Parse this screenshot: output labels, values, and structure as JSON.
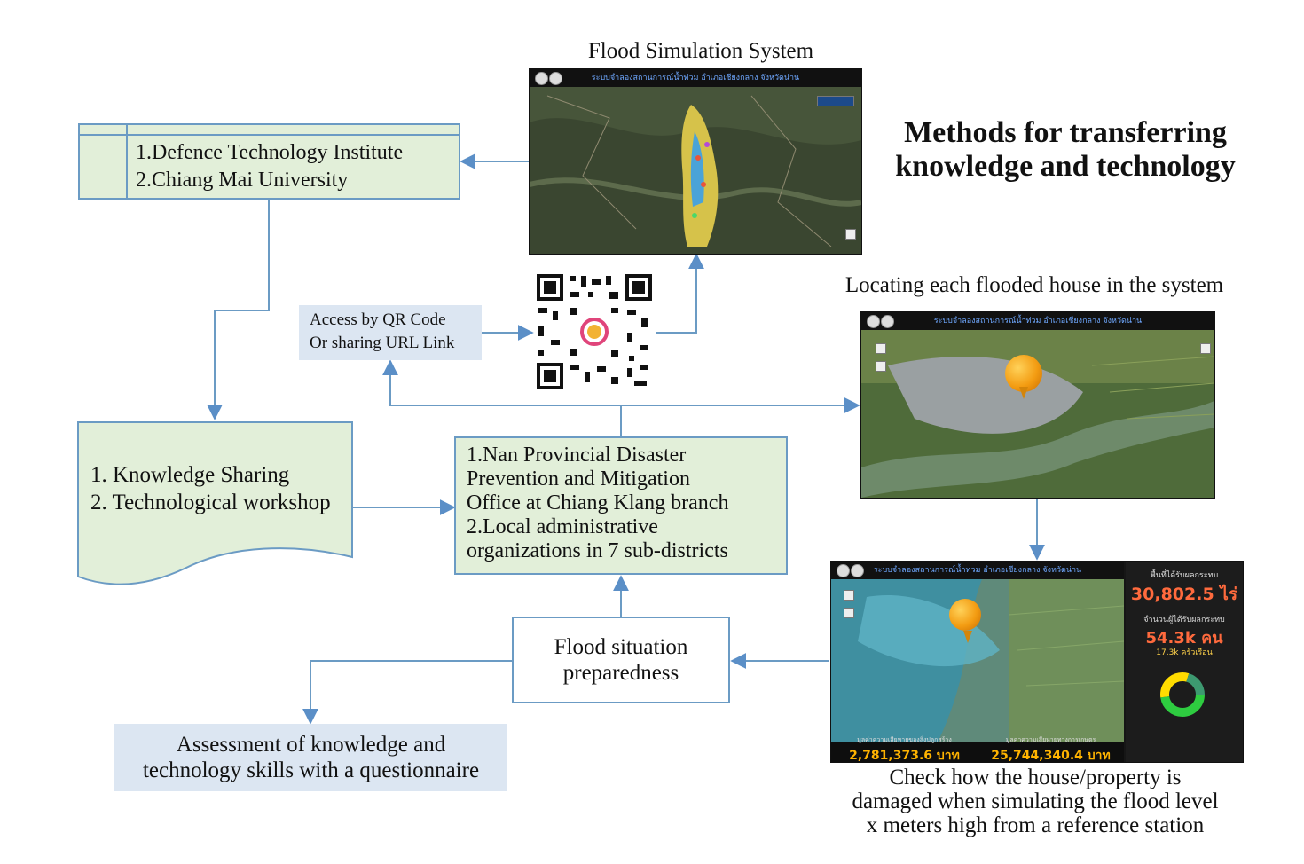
{
  "title": {
    "line1": "Methods for transferring",
    "line2": "knowledge and technology"
  },
  "flood_system": {
    "caption": "Flood Simulation System",
    "header_text": "ระบบจำลองสถานการณ์น้ำท่วม อำเภอเชียงกลาง จังหวัดน่าน"
  },
  "institutions": {
    "line1": "1.Defence Technology  Institute",
    "line2": "2.Chiang  Mai  University"
  },
  "qr_access": {
    "line1": "Access by QR Code",
    "line2": "Or sharing  URL  Link"
  },
  "workshop": {
    "line1": "1. Knowledge  Sharing",
    "line2": "2. Technological  workshop"
  },
  "organizations": {
    "line1": "1.Nan Provincial Disaster",
    "line2": "Prevention and Mitigation",
    "line3": "Office at Chiang  Klang  branch",
    "line4": "2.Local  administrative",
    "line5": "organizations  in 7 sub-districts"
  },
  "locating": {
    "caption": "Locating  each  flooded house in the system"
  },
  "preparedness": {
    "line1": "Flood situation",
    "line2": "preparedness"
  },
  "assessment": {
    "line1": "Assessment  of knowledge  and",
    "line2": "technology  skills with a questionnaire"
  },
  "damage": {
    "caption_line1": "Check  how the house/property  is",
    "caption_line2": "damaged  when  simulating  the flood level",
    "caption_line3": "x meters high  from a reference  station",
    "kpi1_label": "พื้นที่ได้รับผลกระทบ",
    "kpi1_value": "30,802.5 ไร่",
    "kpi2_label": "จำนวนผู้ได้รับผลกระทบ",
    "kpi2_value": "54.3k คน",
    "kpi2_sub": "17.3k ครัวเรือน",
    "money1_label": "มูลค่าความเสียหายของสิ่งปลูกสร้าง",
    "money1_value": "2,781,373.6 บาท",
    "money2_label": "มูลค่าความเสียหายทางการเกษตร",
    "money2_value": "25,744,340.4 บาท"
  }
}
